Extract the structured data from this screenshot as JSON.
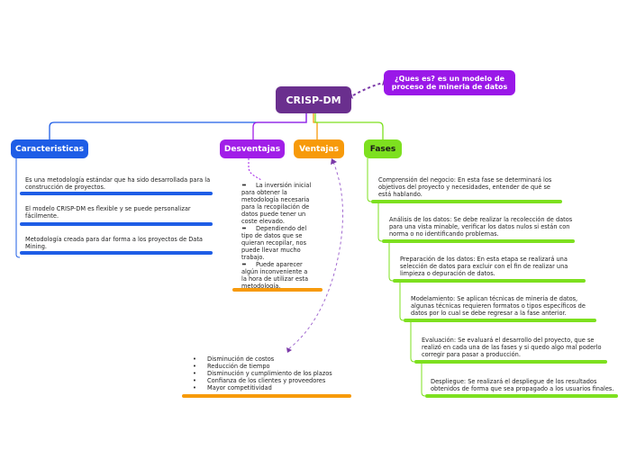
{
  "root": {
    "label": "CRISP-DM",
    "color": "#6a2f8e"
  },
  "definition": {
    "label": "¿Ques es? es un modelo de proceso de mineria de datos",
    "color": "#9a18e8"
  },
  "branches": {
    "caracteristicas": {
      "label": "Caracteristicas",
      "color": "#1e5de6",
      "items": [
        "Es una metodología estándar que ha sido desarrollada para la construcción de proyectos.",
        "El modelo CRISP-DM es flexible y se puede personalizar fácilmente.",
        "Metodología creada para dar forma a los proyectos de Data Mining."
      ]
    },
    "desventajas": {
      "label": "Desventajas",
      "color": "#a11ee8",
      "items": [
        "La inversión inicial para obtener la metodología necesaria para la recopilación de datos puede tener un coste elevado.",
        "Dependiendo del tipo de datos que se quieran recopilar, nos puede llevar mucho trabajo.",
        "Puede aparecer algún inconveniente a la hora de utilizar esta metodología."
      ]
    },
    "ventajas": {
      "label": "Ventajas",
      "color": "#f79a0a",
      "items": [
        "Disminución de costos",
        "Reducción de tiempo",
        "Disminución y cumplimiento de los plazos",
        "Confianza de los clientes y proveedores",
        "Mayor competitividad"
      ]
    },
    "fases": {
      "label": "Fases",
      "color": "#7de01f",
      "items": [
        "Comprensión del negocio: En esta fase se determinará los objetivos del proyecto y necesidades, entender de qué se está hablando.",
        "Análisis de los datos: Se debe realizar la recolección de datos para una vista minable, verificar los datos nulos si están con norma o no identificando problemas.",
        "Preparación de los datos: En esta etapa se realizará una selección de datos para  excluir con el fin de realizar una limpieza o depuración de datos.",
        "Modelamiento: Se aplican técnicas de mineria de datos, algunas técnicas requieren formatos o tipos específicos de datos por lo cual se debe regresar a la fase anterior.",
        "Evaluación: Se evaluará el desarrollo del proyecto, que se realizó en cada una de las fases y si quedo algo mal poderlo corregir para pasar a producción.",
        "Despliegue: Se realizará el despliegue de los resultados obtenidos de forma que sea propagado a los usuarios finales."
      ]
    }
  }
}
